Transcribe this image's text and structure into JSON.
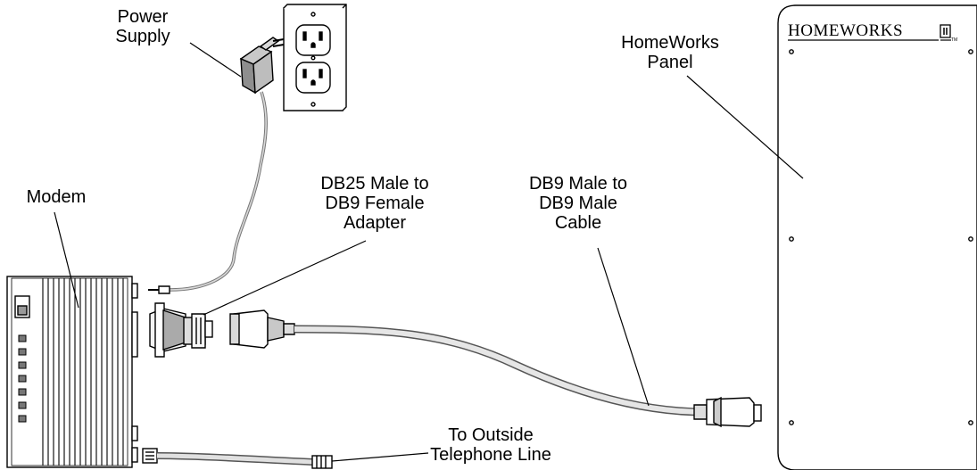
{
  "labels": {
    "power_supply": [
      "Power",
      "Supply"
    ],
    "homeworks_panel": [
      "HomeWorks",
      "Panel"
    ],
    "modem": "Modem",
    "adapter": [
      "DB25 Male to",
      "DB9 Female",
      "Adapter"
    ],
    "cable": [
      "DB9 Male to",
      "DB9 Male",
      "Cable"
    ],
    "telephone_line": [
      "To Outside",
      "Telephone Line"
    ]
  },
  "panel_brand": "HOMEWORKS"
}
